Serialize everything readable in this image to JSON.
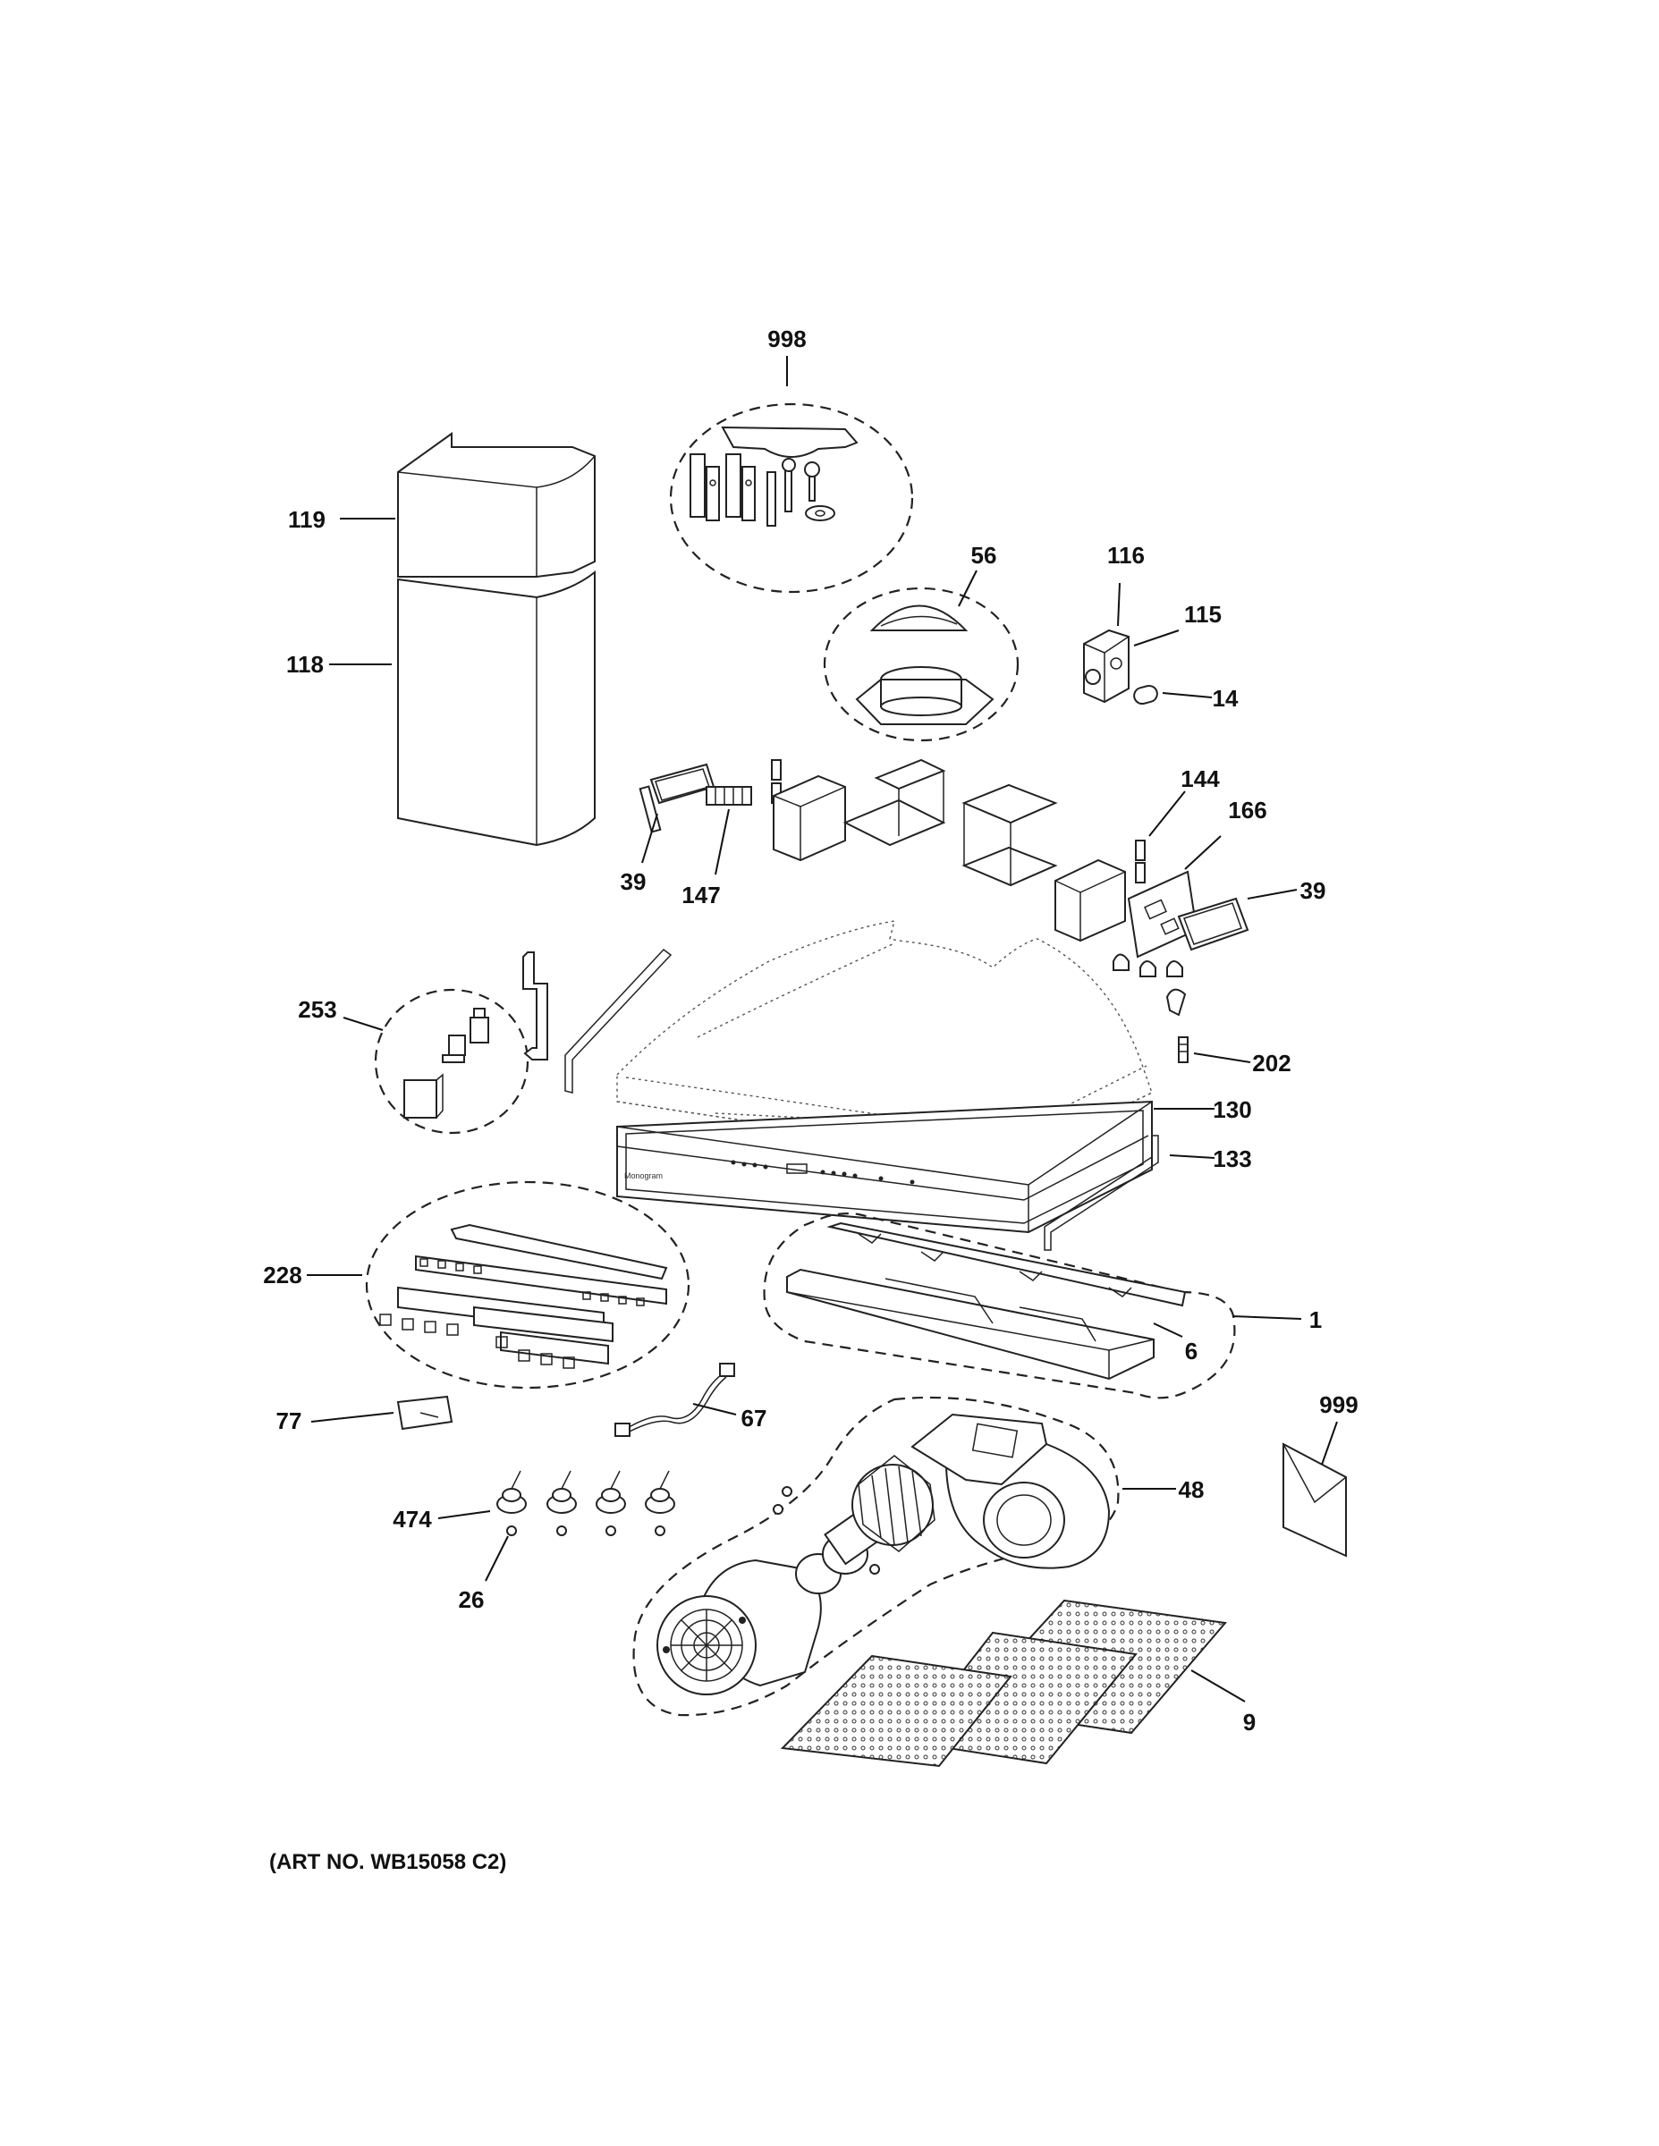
{
  "caption": "(ART NO. WB15058 C2)",
  "brand_mark": "Monogram",
  "callouts": {
    "c998": "998",
    "c119": "119",
    "c118": "118",
    "c56": "56",
    "c116": "116",
    "c115": "115",
    "c14": "14",
    "c144": "144",
    "c166": "166",
    "c39a": "39",
    "c39b": "39",
    "c147": "147",
    "c253": "253",
    "c202": "202",
    "c130": "130",
    "c133": "133",
    "c228": "228",
    "c1": "1",
    "c6": "6",
    "c77": "77",
    "c67": "67",
    "c999": "999",
    "c474": "474",
    "c48": "48",
    "c26": "26",
    "c9": "9"
  }
}
